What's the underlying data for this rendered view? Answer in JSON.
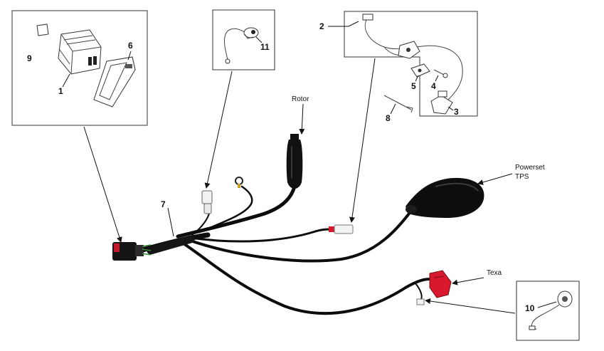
{
  "parts": {
    "p1": "1",
    "p2": "2",
    "p3": "3",
    "p4": "4",
    "p5": "5",
    "p6": "6",
    "p7": "7",
    "p8": "8",
    "p9": "9",
    "p10": "10",
    "p11": "11"
  },
  "labels": {
    "rotor": "Rotor",
    "powerset": "Powerset",
    "tps": "TPS",
    "texa": "Texa"
  },
  "colors": {
    "cable": "#0c0c0c",
    "connector_red": "#d8182c",
    "connector_white": "#f2f2f2"
  }
}
